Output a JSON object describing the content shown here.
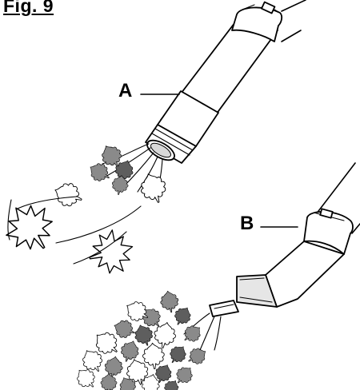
{
  "figure": {
    "title": "Fig. 9",
    "callout_a": "A",
    "callout_b": "B"
  },
  "icons": {
    "tube_a": "blower-tube-nozzle",
    "tube_b": "vacuum-tube-nozzle",
    "leaves": "leaf"
  },
  "colors": {
    "ink": "#000000",
    "background": "#ffffff",
    "leaf_fill": "#8a8a8a"
  }
}
